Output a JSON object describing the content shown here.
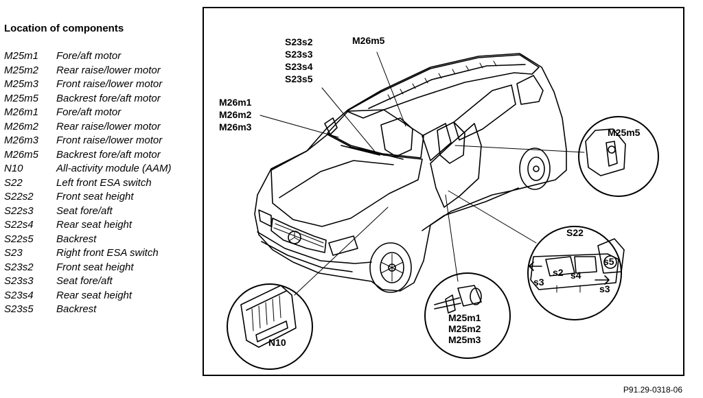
{
  "legend": {
    "title": "Location of components",
    "items": [
      {
        "code": "M25m1",
        "desc": "Fore/aft motor"
      },
      {
        "code": "M25m2",
        "desc": "Rear raise/lower motor"
      },
      {
        "code": "M25m3",
        "desc": "Front raise/lower motor"
      },
      {
        "code": "M25m5",
        "desc": "Backrest fore/aft motor"
      },
      {
        "code": "M26m1",
        "desc": "Fore/aft motor"
      },
      {
        "code": "M26m2",
        "desc": "Rear raise/lower motor"
      },
      {
        "code": "M26m3",
        "desc": "Front raise/lower motor"
      },
      {
        "code": "M26m5",
        "desc": "Backrest fore/aft motor"
      },
      {
        "code": "N10",
        "desc": "All-activity module (AAM)"
      },
      {
        "code": "S22",
        "desc": "Left front ESA switch"
      },
      {
        "code": "S22s2",
        "desc": "Front seat height"
      },
      {
        "code": "S22s3",
        "desc": "Seat fore/aft"
      },
      {
        "code": "S22s4",
        "desc": "Rear seat height"
      },
      {
        "code": "S22s5",
        "desc": "Backrest"
      },
      {
        "code": "S23",
        "desc": "Right front ESA switch"
      },
      {
        "code": "S23s2",
        "desc": "Front seat height"
      },
      {
        "code": "S23s3",
        "desc": "Seat fore/aft"
      },
      {
        "code": "S23s4",
        "desc": "Rear seat height"
      },
      {
        "code": "S23s5",
        "desc": "Backrest"
      }
    ]
  },
  "diagram": {
    "callouts": {
      "s23_group": [
        "S23s2",
        "S23s3",
        "S23s4",
        "S23s5"
      ],
      "m26m5": "M26m5",
      "m26_group": [
        "M26m1",
        "M26m2",
        "M26m3"
      ],
      "m25m5_inset": "M25m5",
      "s22_inset": "S22",
      "n10_inset": "N10",
      "m25_group": [
        "M25m1",
        "M25m2",
        "M25m3"
      ],
      "switch_labels": {
        "s2": "s2",
        "s4": "s4",
        "s5": "s5",
        "s3_left": "s3",
        "s3_right": "s3"
      }
    },
    "figure_ref": "P91.29-0318-06"
  }
}
